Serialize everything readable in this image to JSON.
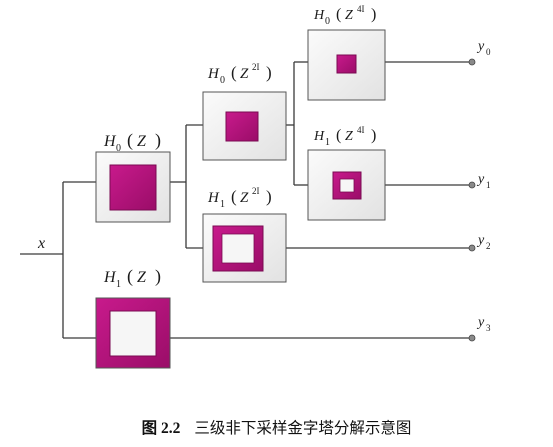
{
  "diagram": {
    "input_label": "x",
    "filters": [
      {
        "id": "h0_z",
        "name": "H",
        "sub": "0",
        "arg": "Z",
        "pow": ""
      },
      {
        "id": "h1_z",
        "name": "H",
        "sub": "1",
        "arg": "Z",
        "pow": ""
      },
      {
        "id": "h0_z2",
        "name": "H",
        "sub": "0",
        "arg": "Z",
        "pow": "2I"
      },
      {
        "id": "h1_z2",
        "name": "H",
        "sub": "1",
        "arg": "Z",
        "pow": "2I"
      },
      {
        "id": "h0_z4",
        "name": "H",
        "sub": "0",
        "arg": "Z",
        "pow": "4I"
      },
      {
        "id": "h1_z4",
        "name": "H",
        "sub": "1",
        "arg": "Z",
        "pow": "4I"
      }
    ],
    "outputs": [
      {
        "name": "y",
        "sub": "0"
      },
      {
        "name": "y",
        "sub": "1"
      },
      {
        "name": "y",
        "sub": "2"
      },
      {
        "name": "y",
        "sub": "3"
      }
    ],
    "colors": {
      "magenta": "#b5127d",
      "box_fill": "#f1f1f1",
      "wire": "#3a3a3a"
    }
  },
  "caption": {
    "figure_number": "图 2.2",
    "text": "三级非下采样金字塔分解示意图"
  }
}
